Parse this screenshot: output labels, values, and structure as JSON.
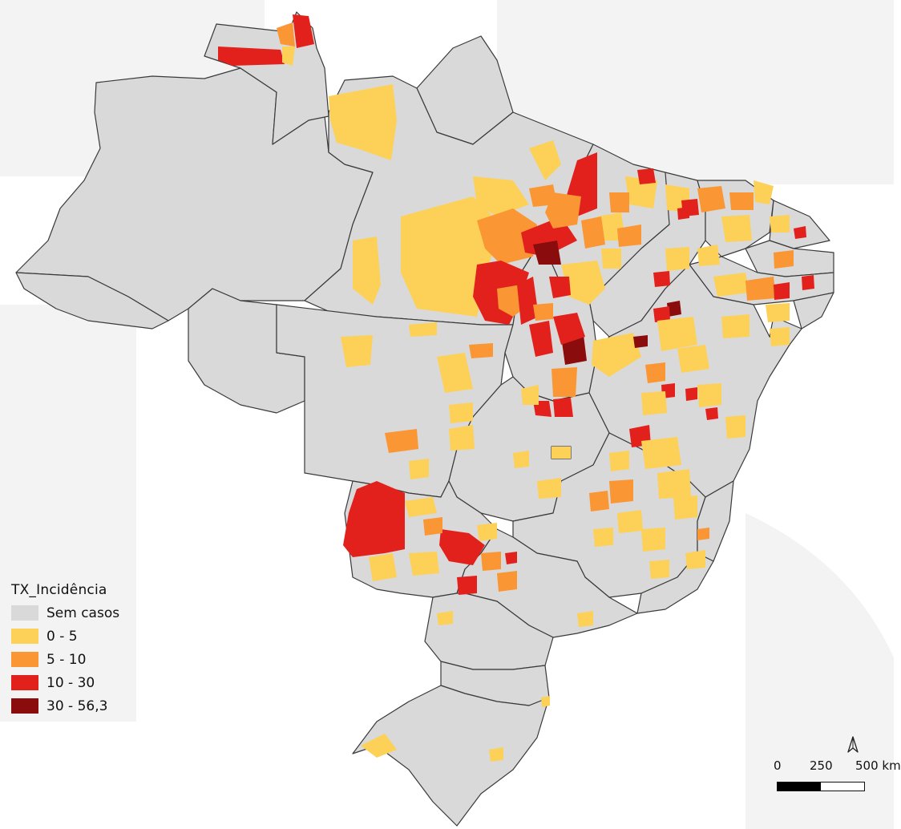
{
  "legend": {
    "title": "TX_Incidência",
    "items": [
      {
        "label": "Sem casos",
        "color": "#d9d9d9"
      },
      {
        "label": "0 - 5",
        "color": "#fdd057"
      },
      {
        "label": "5 - 10",
        "color": "#fa9633"
      },
      {
        "label": "10 - 30",
        "color": "#e3211c"
      },
      {
        "label": "30 - 56,3",
        "color": "#8a0c0c"
      }
    ]
  },
  "scale": {
    "labels": [
      "0",
      "250",
      "500 km"
    ]
  },
  "north_icon": "north-arrow-icon",
  "colors": {
    "land": "#d9d9d9",
    "border": "#3a3a3a",
    "watermark": "#f2f2f2"
  }
}
